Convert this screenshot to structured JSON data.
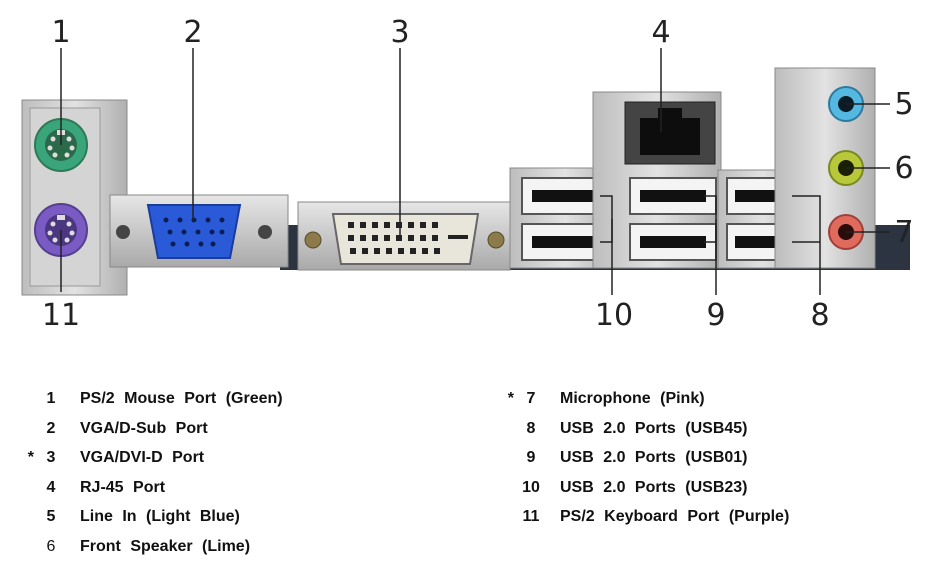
{
  "callouts": {
    "c1": "1",
    "c2": "2",
    "c3": "3",
    "c4": "4",
    "c5": "5",
    "c6": "6",
    "c7": "7",
    "c8": "8",
    "c9": "9",
    "c10": "10",
    "c11": "11"
  },
  "colors": {
    "ps2_mouse": "#3aa57a",
    "ps2_keyboard": "#7a5bc4",
    "vga": "#2a5ad8",
    "line_in": "#55b8e0",
    "speaker": "#b8c83a",
    "microphone": "#e06a5c"
  },
  "legend": {
    "left": [
      {
        "star": "",
        "num": "1",
        "label": "PS/2 Mouse Port (Green)"
      },
      {
        "star": "",
        "num": "2",
        "label": "VGA/D-Sub Port"
      },
      {
        "star": "*",
        "num": "3",
        "label": "VGA/DVI-D Port"
      },
      {
        "star": "",
        "num": "4",
        "label": "RJ-45 Port"
      },
      {
        "star": "",
        "num": "5",
        "label": "Line In (Light Blue)"
      },
      {
        "star": "",
        "num": "6",
        "label": "Front Speaker (Lime)"
      }
    ],
    "right": [
      {
        "star": "*",
        "num": "7",
        "label": "Microphone (Pink)"
      },
      {
        "star": "",
        "num": "8",
        "label": "USB 2.0 Ports (USB45)"
      },
      {
        "star": "",
        "num": "9",
        "label": "USB 2.0 Ports (USB01)"
      },
      {
        "star": "",
        "num": "10",
        "label": "USB 2.0 Ports (USB23)"
      },
      {
        "star": "",
        "num": "11",
        "label": "PS/2 Keyboard Port (Purple)"
      }
    ]
  }
}
